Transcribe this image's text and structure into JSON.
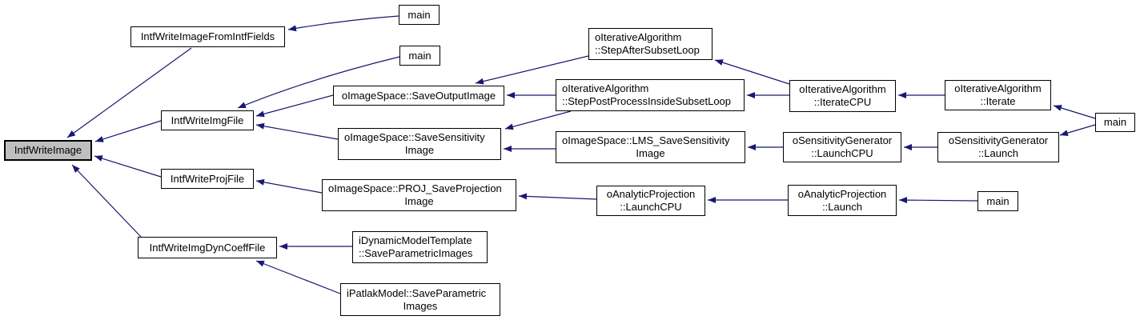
{
  "diagram": {
    "type": "doxygen-caller-graph",
    "background_color": "#ffffff",
    "edge_color": "#191970",
    "node_border_color": "#000000",
    "node_fill_color": "#ffffff",
    "focused_node_fill_color": "#bfbfbf",
    "focused_node": "IntfWriteImage"
  },
  "nodes": [
    {
      "id": "IntfWriteImage",
      "focus": true,
      "lines": [
        "IntfWriteImage"
      ]
    },
    {
      "id": "IntfWriteImageFromIntfFields",
      "focus": false,
      "lines": [
        "IntfWriteImageFromIntfFields"
      ]
    },
    {
      "id": "main#1",
      "focus": false,
      "lines": [
        "main"
      ]
    },
    {
      "id": "IntfWriteImgFile",
      "focus": false,
      "lines": [
        "IntfWriteImgFile"
      ]
    },
    {
      "id": "main#2",
      "focus": false,
      "lines": [
        "main"
      ]
    },
    {
      "id": "oImageSpace::SaveOutputImage",
      "focus": false,
      "lines": [
        "oImageSpace::SaveOutputImage"
      ]
    },
    {
      "id": "oIterativeAlgorithm::StepAfterSubsetLoop",
      "focus": false,
      "lines": [
        "oIterativeAlgorithm",
        "::StepAfterSubsetLoop"
      ]
    },
    {
      "id": "oIterativeAlgorithm::StepPostProcessInsideSubsetLoop",
      "focus": false,
      "lines": [
        "oIterativeAlgorithm",
        "::StepPostProcessInsideSubsetLoop"
      ]
    },
    {
      "id": "oImageSpace::SaveSensitivityImage",
      "focus": false,
      "lines": [
        "oImageSpace::SaveSensitivity",
        "Image"
      ]
    },
    {
      "id": "oImageSpace::LMS_SaveSensitivityImage",
      "focus": false,
      "lines": [
        "oImageSpace::LMS_SaveSensitivity",
        "Image"
      ]
    },
    {
      "id": "oIterativeAlgorithm::IterateCPU",
      "focus": false,
      "lines": [
        "oIterativeAlgorithm",
        "::IterateCPU"
      ]
    },
    {
      "id": "oIterativeAlgorithm::Iterate",
      "focus": false,
      "lines": [
        "oIterativeAlgorithm",
        "::Iterate"
      ]
    },
    {
      "id": "oSensitivityGenerator::LaunchCPU",
      "focus": false,
      "lines": [
        "oSensitivityGenerator",
        "::LaunchCPU"
      ]
    },
    {
      "id": "oSensitivityGenerator::Launch",
      "focus": false,
      "lines": [
        "oSensitivityGenerator",
        "::Launch"
      ]
    },
    {
      "id": "main#3",
      "focus": false,
      "lines": [
        "main"
      ]
    },
    {
      "id": "IntfWriteProjFile",
      "focus": false,
      "lines": [
        "IntfWriteProjFile"
      ]
    },
    {
      "id": "oImageSpace::PROJ_SaveProjectionImage",
      "focus": false,
      "lines": [
        "oImageSpace::PROJ_SaveProjection",
        "Image"
      ]
    },
    {
      "id": "oAnalyticProjection::LaunchCPU",
      "focus": false,
      "lines": [
        "oAnalyticProjection",
        "::LaunchCPU"
      ]
    },
    {
      "id": "oAnalyticProjection::Launch",
      "focus": false,
      "lines": [
        "oAnalyticProjection",
        "::Launch"
      ]
    },
    {
      "id": "main#4",
      "focus": false,
      "lines": [
        "main"
      ]
    },
    {
      "id": "IntfWriteImgDynCoeffFile",
      "focus": false,
      "lines": [
        "IntfWriteImgDynCoeffFile"
      ]
    },
    {
      "id": "iDynamicModelTemplate::SaveParametricImages",
      "focus": false,
      "lines": [
        "iDynamicModelTemplate",
        "::SaveParametricImages"
      ]
    },
    {
      "id": "iPatlakModel::SaveParametricImages",
      "focus": false,
      "lines": [
        "iPatlakModel::SaveParametric",
        "Images"
      ]
    }
  ],
  "edges": [
    {
      "from": "IntfWriteImageFromIntfFields",
      "to": "IntfWriteImage"
    },
    {
      "from": "main#1",
      "to": "IntfWriteImageFromIntfFields"
    },
    {
      "from": "IntfWriteImgFile",
      "to": "IntfWriteImage"
    },
    {
      "from": "main#2",
      "to": "IntfWriteImgFile"
    },
    {
      "from": "oImageSpace::SaveOutputImage",
      "to": "IntfWriteImgFile"
    },
    {
      "from": "oImageSpace::SaveSensitivityImage",
      "to": "IntfWriteImgFile"
    },
    {
      "from": "oIterativeAlgorithm::StepAfterSubsetLoop",
      "to": "oImageSpace::SaveOutputImage"
    },
    {
      "from": "oIterativeAlgorithm::StepPostProcessInsideSubsetLoop",
      "to": "oImageSpace::SaveOutputImage"
    },
    {
      "from": "oIterativeAlgorithm::StepPostProcessInsideSubsetLoop",
      "to": "oImageSpace::SaveSensitivityImage"
    },
    {
      "from": "oImageSpace::LMS_SaveSensitivityImage",
      "to": "oImageSpace::SaveSensitivityImage"
    },
    {
      "from": "oIterativeAlgorithm::IterateCPU",
      "to": "oIterativeAlgorithm::StepAfterSubsetLoop"
    },
    {
      "from": "oIterativeAlgorithm::IterateCPU",
      "to": "oIterativeAlgorithm::StepPostProcessInsideSubsetLoop"
    },
    {
      "from": "oIterativeAlgorithm::Iterate",
      "to": "oIterativeAlgorithm::IterateCPU"
    },
    {
      "from": "main#3",
      "to": "oIterativeAlgorithm::Iterate"
    },
    {
      "from": "main#3",
      "to": "oSensitivityGenerator::Launch"
    },
    {
      "from": "oSensitivityGenerator::Launch",
      "to": "oSensitivityGenerator::LaunchCPU"
    },
    {
      "from": "oSensitivityGenerator::LaunchCPU",
      "to": "oImageSpace::LMS_SaveSensitivityImage"
    },
    {
      "from": "IntfWriteProjFile",
      "to": "IntfWriteImage"
    },
    {
      "from": "oImageSpace::PROJ_SaveProjectionImage",
      "to": "IntfWriteProjFile"
    },
    {
      "from": "oAnalyticProjection::LaunchCPU",
      "to": "oImageSpace::PROJ_SaveProjectionImage"
    },
    {
      "from": "oAnalyticProjection::Launch",
      "to": "oAnalyticProjection::LaunchCPU"
    },
    {
      "from": "main#4",
      "to": "oAnalyticProjection::Launch"
    },
    {
      "from": "IntfWriteImgDynCoeffFile",
      "to": "IntfWriteImage"
    },
    {
      "from": "iDynamicModelTemplate::SaveParametricImages",
      "to": "IntfWriteImgDynCoeffFile"
    },
    {
      "from": "iPatlakModel::SaveParametricImages",
      "to": "IntfWriteImgDynCoeffFile"
    }
  ]
}
